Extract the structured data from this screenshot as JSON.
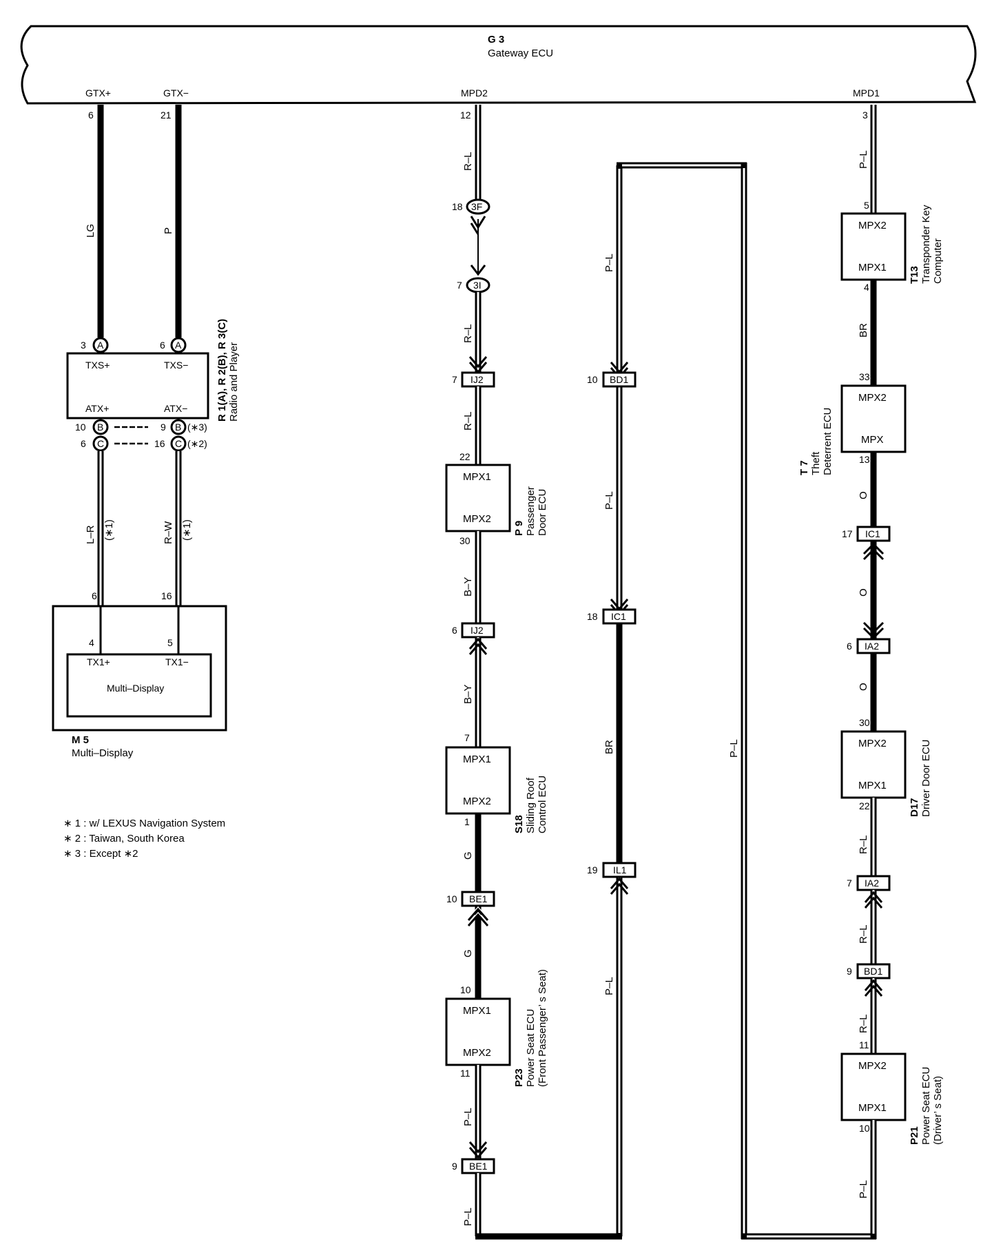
{
  "gateway": {
    "code": "G 3",
    "name": "Gateway ECU",
    "terms": {
      "gtx_plus": "GTX+",
      "gtx_minus": "GTX−",
      "mpd2": "MPD2",
      "mpd1": "MPD1"
    },
    "pins": {
      "gtx_plus": "6",
      "gtx_minus": "21",
      "mpd2": "12",
      "mpd1": "3"
    }
  },
  "radio": {
    "code": "R 1(A), R 2(B), R 3(C)",
    "name": "Radio and Player",
    "txs_plus": "TXS+",
    "txs_minus": "TXS−",
    "atx_plus": "ATX+",
    "atx_minus": "ATX−",
    "conn_a": "A",
    "conn_b": "B",
    "conn_c": "C",
    "pin_a_left": "3",
    "pin_a_right": "6",
    "pin_b_left": "10",
    "pin_b_right": "9",
    "pin_c_left": "6",
    "pin_c_right": "16",
    "note_b": "(∗3)",
    "note_c": "(∗2)"
  },
  "multi_display": {
    "code": "M 5",
    "name": "Multi–Display",
    "label_inner": "Multi–Display",
    "tx_plus": "TX1+",
    "tx_minus": "TX1−",
    "pin_outer_left": "6",
    "pin_outer_right": "16",
    "pin_inner_left": "4",
    "pin_inner_right": "5"
  },
  "wires": {
    "lg": "LG",
    "p": "P",
    "l_r": "L–R",
    "r_w": "R–W",
    "star1": "(∗1)",
    "r_l": "R–L",
    "b_y": "B–Y",
    "g": "G",
    "p_l": "P–L",
    "br": "BR",
    "o": "O"
  },
  "connectors": {
    "j3f": "3F",
    "j3f_pin": "18",
    "j3i": "3I",
    "j3i_pin": "7",
    "ij2_top": "IJ2",
    "ij2_top_pin": "7",
    "ij2_bot": "IJ2",
    "ij2_bot_pin": "6",
    "be1_top": "BE1",
    "be1_top_pin": "10",
    "be1_bot": "BE1",
    "be1_bot_pin": "9",
    "bd1_left": "BD1",
    "bd1_left_pin": "10",
    "ic1_left": "IC1",
    "ic1_left_pin": "18",
    "il1": "IL1",
    "il1_pin": "19",
    "ic1_right": "IC1",
    "ic1_right_pin": "17",
    "ia2_top": "IA2",
    "ia2_top_pin": "6",
    "ia2_bot": "IA2",
    "ia2_bot_pin": "7",
    "bd1_right": "BD1",
    "bd1_right_pin": "9"
  },
  "ecus": {
    "p9": {
      "code": "P 9",
      "line1": "Passenger",
      "line2": "Door ECU",
      "top": "MPX1",
      "bottom": "MPX2",
      "pin_top": "22",
      "pin_bottom": "30"
    },
    "s18": {
      "code": "S18",
      "line1": "Sliding Roof",
      "line2": "Control ECU",
      "top": "MPX1",
      "bottom": "MPX2",
      "pin_top": "7",
      "pin_bottom": "1"
    },
    "p23": {
      "code": "P23",
      "line1": "Power Seat ECU",
      "line2": "(Front Passenger’ s Seat)",
      "top": "MPX1",
      "bottom": "MPX2",
      "pin_top": "10",
      "pin_bottom": "11"
    },
    "t13": {
      "code": "T13",
      "line1": "Transponder Key",
      "line2": "Computer",
      "top": "MPX2",
      "bottom": "MPX1",
      "pin_top": "5",
      "pin_bottom": "4"
    },
    "t7": {
      "code": "T 7",
      "line1": "Theft",
      "line2": "Deterrent ECU",
      "top": "MPX2",
      "bottom": "MPX",
      "pin_top": "33",
      "pin_bottom": "13"
    },
    "d17": {
      "code": "D17",
      "line1": "Driver Door ECU",
      "top": "MPX2",
      "bottom": "MPX1",
      "pin_top": "30",
      "pin_bottom": "22"
    },
    "p21": {
      "code": "P21",
      "line1": "Power Seat ECU",
      "line2": "(Driver’ s Seat)",
      "top": "MPX2",
      "bottom": "MPX1",
      "pin_top": "11",
      "pin_bottom": "10"
    }
  },
  "notes": [
    "∗ 1 : w/ LEXUS Navigation System",
    "∗ 2 : Taiwan,  South Korea",
    "∗ 3 : Except ∗2"
  ]
}
